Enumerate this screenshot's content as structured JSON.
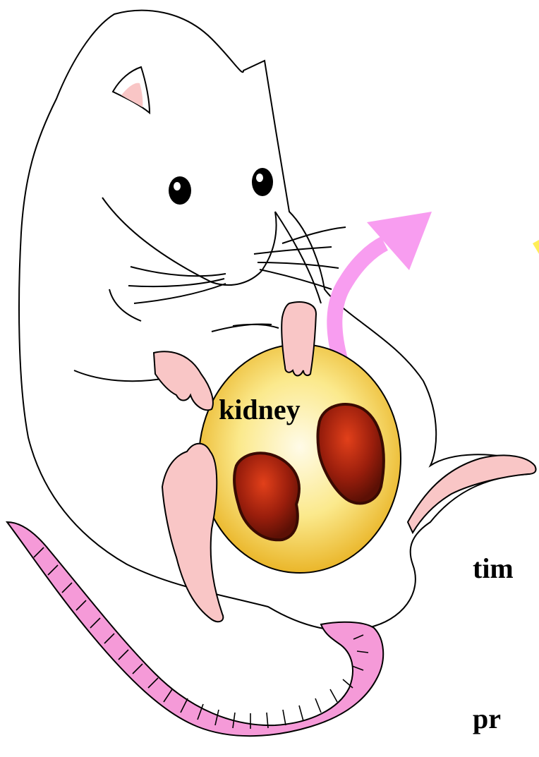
{
  "labels": {
    "organ": "kidney",
    "side_partial_1": "tim",
    "side_partial_2": "pr"
  },
  "colors": {
    "fur": "#ffffff",
    "outline": "#000000",
    "skin_pink": "#f9c6c6",
    "tail_pink": "#f59ad8",
    "arrow_pink": "#f89df0",
    "highlight_yellow": "#ffee55",
    "ellipse_yellow": "#f4d24a",
    "kidney_brown": "#8a1a0a"
  },
  "icons": {
    "rat": "rat-illustration",
    "arrow": "curved-arrow-icon",
    "kidney": "kidney-shape-icon"
  }
}
